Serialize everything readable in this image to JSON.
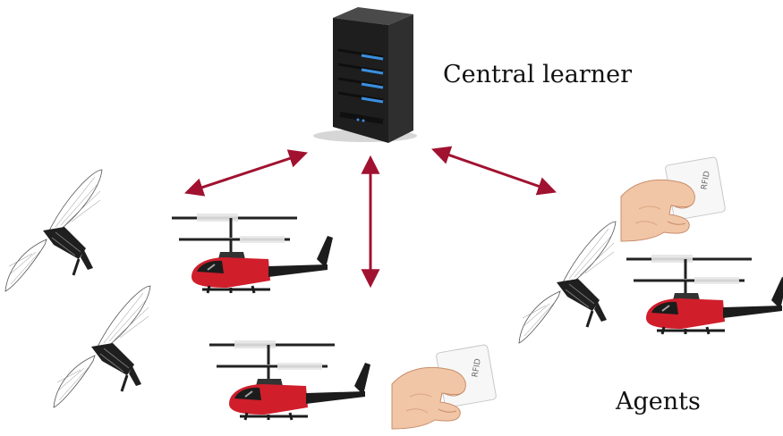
{
  "central_learner": {
    "label": "Central learner"
  },
  "agents": {
    "label": "Agents"
  },
  "rfid": {
    "card_text": "RFID"
  },
  "colors": {
    "arrow": "#a11230",
    "helicopter_body": "#d01e2b",
    "server_front": "#2b2b2b",
    "server_light": "#3a8fe0"
  },
  "icons": {
    "server": "server-rack-icon",
    "helicopter": "toy-helicopter-icon",
    "flapping_drone": "flapping-wing-drone-icon",
    "rfid_hand": "hand-holding-rfid-card-icon"
  }
}
